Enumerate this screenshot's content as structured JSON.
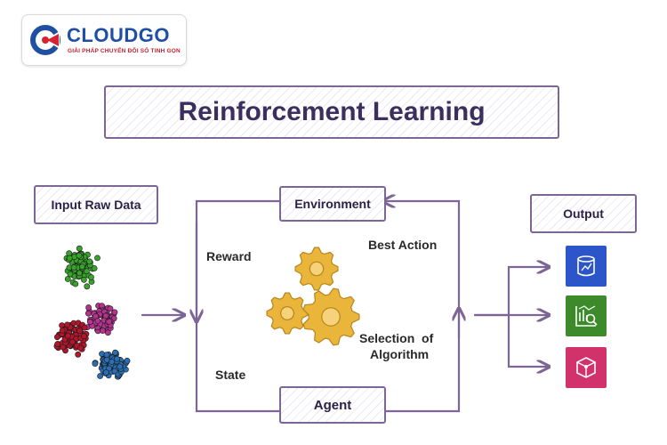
{
  "logo": {
    "brand": "CLOUDGO",
    "tagline": "GIẢI PHÁP CHUYỂN ĐỔI SỐ TINH GỌN"
  },
  "title": "Reinforcement Learning",
  "labels": {
    "input": "Input Raw Data",
    "environment": "Environment",
    "agent": "Agent",
    "output": "Output",
    "reward": "Reward",
    "state": "State",
    "best_action": "Best Action",
    "selection": "Selection  of",
    "algorithm": "Algorithm"
  },
  "colors": {
    "frame": "#7d6596",
    "cluster_green": "#37a52a",
    "cluster_magenta": "#b5338f",
    "cluster_red": "#b3152b",
    "cluster_blue": "#2a6fb5",
    "gear": "#e9b53a",
    "output_blue": "#2b55c9",
    "output_green": "#3c8a2a",
    "output_pink": "#d1326a"
  },
  "output_icons": [
    "database-icon",
    "analytics-icon",
    "cube-icon"
  ]
}
